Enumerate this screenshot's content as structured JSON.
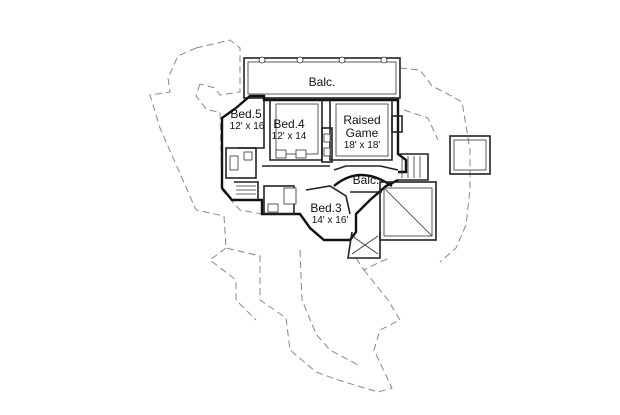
{
  "rooms": [
    {
      "name": "Balc.",
      "size": ""
    },
    {
      "name": "Bed.5",
      "size": "12' x 16'"
    },
    {
      "name": "Bed.4",
      "size": "12' x 14'"
    },
    {
      "name": "Raised Game",
      "size": "18' x 18'"
    },
    {
      "name": "Balc.",
      "size": ""
    },
    {
      "name": "Bed.3",
      "size": "14' x 16'"
    }
  ],
  "labels": {
    "balc_top": "Balc.",
    "bed5_name": "Bed.5",
    "bed5_size": "12' x 16",
    "bed4_name": "Bed.4",
    "bed4_size": "12' x 14",
    "game_name_1": "Raised",
    "game_name_2": "Game",
    "game_size": "18' x 18'",
    "balc_mid": "Balc.",
    "bed3_name": "Bed.3",
    "bed3_size": "14' x 16'"
  }
}
